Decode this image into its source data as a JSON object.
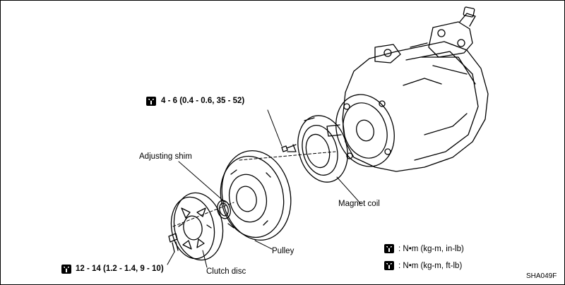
{
  "labels": {
    "torque_upper": "4 - 6 (0.4 - 0.6, 35 - 52)",
    "adjusting_shim": "Adjusting shim",
    "magnet_coil": "Magnet coil",
    "pulley": "Pulley",
    "clutch_disc": "Clutch disc",
    "torque_lower": "12 - 14 (1.2 - 1.4, 9 - 10)"
  },
  "legend": [
    {
      "icon": "torque-wrench-in-lb-icon",
      "text": ": N•m (kg-m, in-lb)"
    },
    {
      "icon": "torque-wrench-ft-lb-icon",
      "text": ": N•m (kg-m, ft-lb)"
    }
  ],
  "figure_id": "SHA049F"
}
